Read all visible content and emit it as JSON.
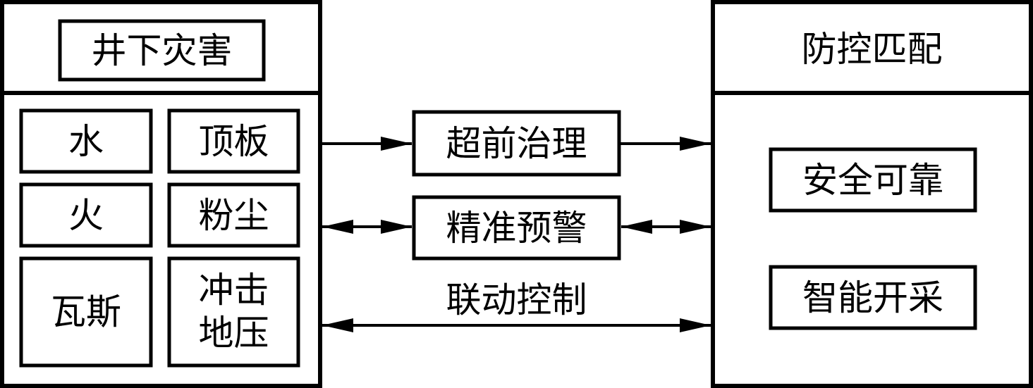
{
  "left_panel": {
    "title": "井下灾害",
    "hazards": {
      "water": "水",
      "roof": "顶板",
      "fire": "火",
      "dust": "粉尘",
      "gas": "瓦斯",
      "rock_burst_line1": "冲击",
      "rock_burst_line2": "地压"
    }
  },
  "connectors": {
    "advance_governance": "超前治理",
    "precise_warning": "精准预警",
    "linkage_control": "联动控制"
  },
  "right_panel": {
    "title": "防控匹配",
    "outcomes": {
      "safe_reliable": "安全可靠",
      "smart_mining": "智能开采"
    }
  }
}
